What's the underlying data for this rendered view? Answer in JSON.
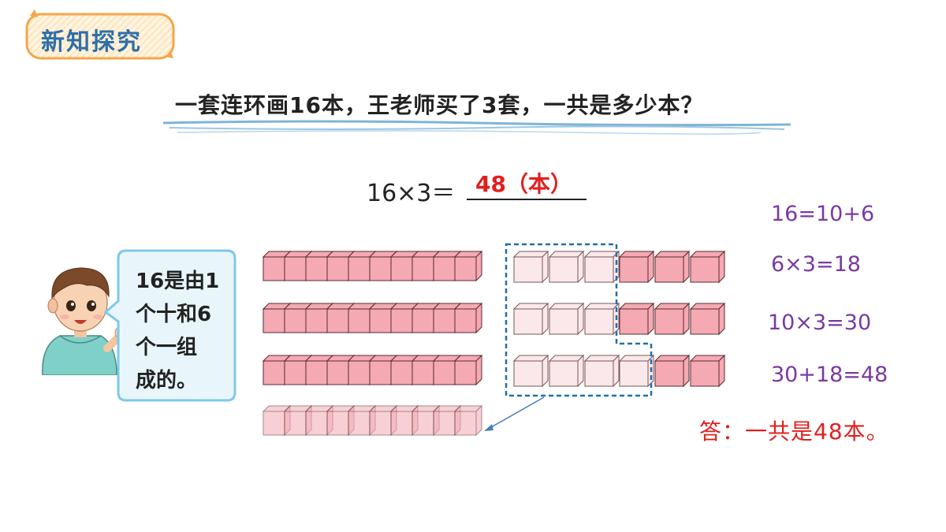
{
  "header": {
    "badge_label": "新知探究"
  },
  "question": {
    "text": "一套连环画16本，王老师买了3套，一共是多少本？"
  },
  "equation": {
    "left": "16×3＝",
    "answer": "48（本）"
  },
  "speech": {
    "lines": [
      "16是由1",
      "个十和6",
      "个一组",
      "成的。"
    ]
  },
  "steps": {
    "decompose": "16=10+6",
    "ones_product": "6×3=18",
    "tens_product": "10×3=30",
    "sum": "30+18=48"
  },
  "final_answer": "答：一共是48本。",
  "colors": {
    "accent_blue": "#2e6fa8",
    "answer_red": "#e02020",
    "step_purple": "#7a3aa0",
    "block_pink": "#f4a9b3",
    "block_outline": "#5a2a30"
  }
}
